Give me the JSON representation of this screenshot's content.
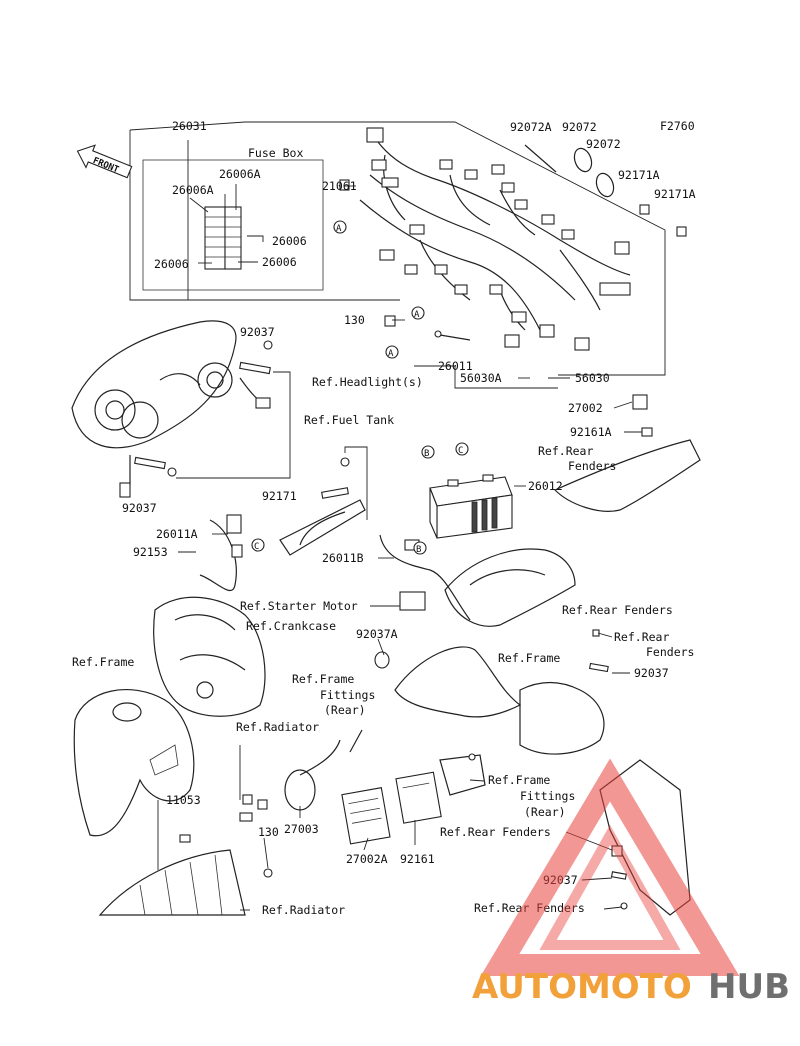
{
  "diagram_code": "F2760",
  "front_label": "FRONT",
  "fuse_box_title": "Fuse Box",
  "parts": {
    "p26031": "26031",
    "p26006A_top": "26006A",
    "p26006A_left": "26006A",
    "p26006_right1": "26006",
    "p26006_left": "26006",
    "p26006_right2": "26006",
    "p21061": "21061",
    "p92072A": "92072A",
    "p92072_a": "92072",
    "p92072_b": "92072",
    "p92171A_a": "92171A",
    "p92171A_b": "92171A",
    "p130_top": "130",
    "p92037_top": "92037",
    "p26011": "26011",
    "p56030A": "56030A",
    "p56030": "56030",
    "p92037_left": "92037",
    "p27002": "27002",
    "p92161A": "92161A",
    "p92171": "92171",
    "p26012": "26012",
    "p26011A": "26011A",
    "p92153": "92153",
    "p26011B": "26011B",
    "p92037A": "92037A",
    "p92037_rear": "92037",
    "p11053": "11053",
    "p27003": "27003",
    "p130_bottom": "130",
    "p27002A": "27002A",
    "p92161": "92161",
    "p92037_bottom": "92037"
  },
  "refs": {
    "headlight": "Ref.Headlight(s)",
    "fuel_tank": "Ref.Fuel Tank",
    "rear_fenders_top_1": "Ref.Rear",
    "rear_fenders_top_2": "Fenders",
    "starter_motor": "Ref.Starter Motor",
    "crankcase": "Ref.Crankcase",
    "rear_fenders_mid": "Ref.Rear Fenders",
    "rear_fenders_right_1": "Ref.Rear",
    "rear_fenders_right_2": "Fenders",
    "frame_left": "Ref.Frame",
    "frame_center": "Ref.Frame",
    "frame_fittings_1_a": "Ref.Frame",
    "frame_fittings_1_b": "Fittings",
    "frame_fittings_1_c": "(Rear)",
    "radiator_top": "Ref.Radiator",
    "frame_fittings_2_a": "Ref.Frame",
    "frame_fittings_2_b": "Fittings",
    "frame_fittings_2_c": "(Rear)",
    "rear_fenders_lower": "Ref.Rear  Fenders",
    "rear_fenders_bottom": "Ref.Rear Fenders",
    "radiator_bottom": "Ref.Radiator"
  },
  "callouts": {
    "A1": "A",
    "A2": "A",
    "A3": "A",
    "B1": "B",
    "B2": "B",
    "C1": "C",
    "C2": "C"
  },
  "watermark": {
    "part1": "AUTOMOTO",
    "part2": "HUB",
    "color_primary": "#f2a03a",
    "color_secondary": "#6f6f6f",
    "triangle_color": "#e8423c"
  }
}
